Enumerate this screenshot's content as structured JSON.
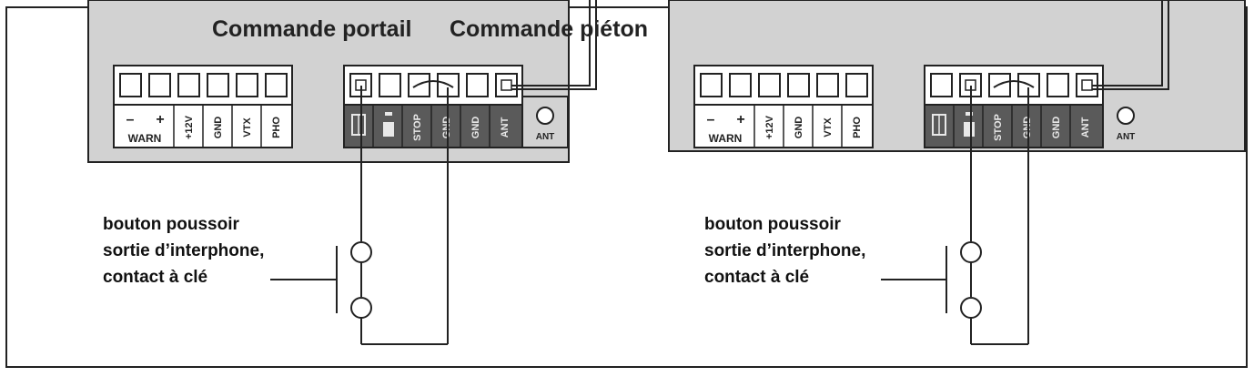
{
  "titles": {
    "portail": "Commande portail",
    "pieton": "Commande piéton"
  },
  "caption": {
    "lines": [
      "bouton poussoir",
      "sortie d’interphone,",
      "contact à clé"
    ]
  },
  "terminals": {
    "warn_minus": "–",
    "warn_plus": "+",
    "labels": [
      "WARN",
      "+12V",
      "GND",
      "VTX",
      "PHO",
      "STOP",
      "GND",
      "GND",
      "ANT"
    ],
    "antenna": "ANT"
  },
  "colors": {
    "board": "#d2d2d2",
    "line": "#222222",
    "dark_strip": "#5a5a5a"
  }
}
